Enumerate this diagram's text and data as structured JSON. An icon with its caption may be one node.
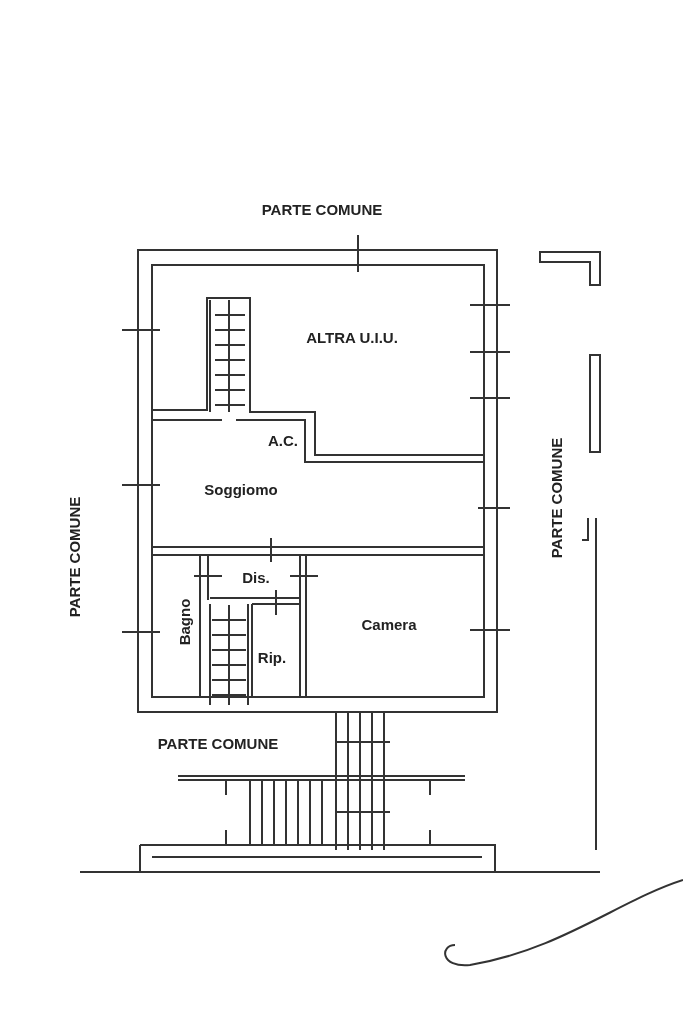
{
  "diagram": {
    "labels": [
      "PARTE COMUNE",
      "ALTRA U.I.U.",
      "A.C.",
      "Soggiomo",
      "PARTE COMUNE",
      "PARTE COMUNE",
      "Dis.",
      "Bagno",
      "Camera",
      "Rip.",
      "PARTE COMUNE"
    ]
  }
}
